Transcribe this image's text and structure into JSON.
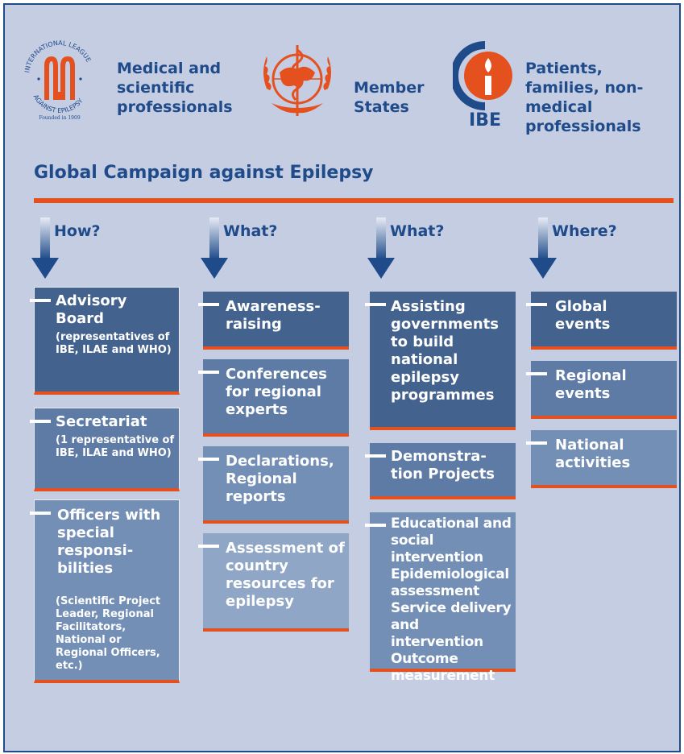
{
  "partners": [
    {
      "logo": "ILAE",
      "logo_ring_text": "INTERNATIONAL LEAGUE AGAINST EPILEPSY",
      "logo_founded": "Founded in 1909",
      "label": "Medical and scientific professionals"
    },
    {
      "logo": "WHO",
      "label": "Member States"
    },
    {
      "logo": "IBE",
      "logo_text": "IBE",
      "label": "Patients, families, non-medical professionals"
    }
  ],
  "campaign_title": "Global Campaign against Epilepsy",
  "columns": [
    {
      "header": "How?",
      "items": [
        {
          "title": "Advisory Board",
          "detail": "(representatives of IBE, ILAE and WHO)"
        },
        {
          "title": "Secretariat",
          "detail": "(1 representative of IBE, ILAE and WHO)"
        },
        {
          "title": "Officers with special responsi- bilities",
          "detail": "(Scientific Project Leader, Regional Facilitators, National or Regional Officers, etc.)"
        }
      ]
    },
    {
      "header": "What?",
      "items": [
        {
          "title": "Awareness- raising"
        },
        {
          "title": "Conferences for regional experts"
        },
        {
          "title": "Declarations, Regional reports"
        },
        {
          "title": "Assessment of country resources for epilepsy"
        }
      ]
    },
    {
      "header": "What?",
      "items": [
        {
          "title": "Assisting governments to build national epilepsy programmes"
        },
        {
          "title": "Demonstra- tion Projects"
        },
        {
          "title": "Educational and social intervention Epidemiological assessment Service delivery and intervention Outcome measurement"
        }
      ]
    },
    {
      "header": "Where?",
      "items": [
        {
          "title": "Global events"
        },
        {
          "title": "Regional events"
        },
        {
          "title": "National activities"
        }
      ]
    }
  ],
  "colors": {
    "navy": "#1f4b8a",
    "orange": "#e5501f",
    "background": "#c5cde3",
    "box_dark": "#44628e",
    "box_mid": "#5e7ba6",
    "box_light": "#748fb6",
    "box_lightest": "#8fa6c6"
  }
}
